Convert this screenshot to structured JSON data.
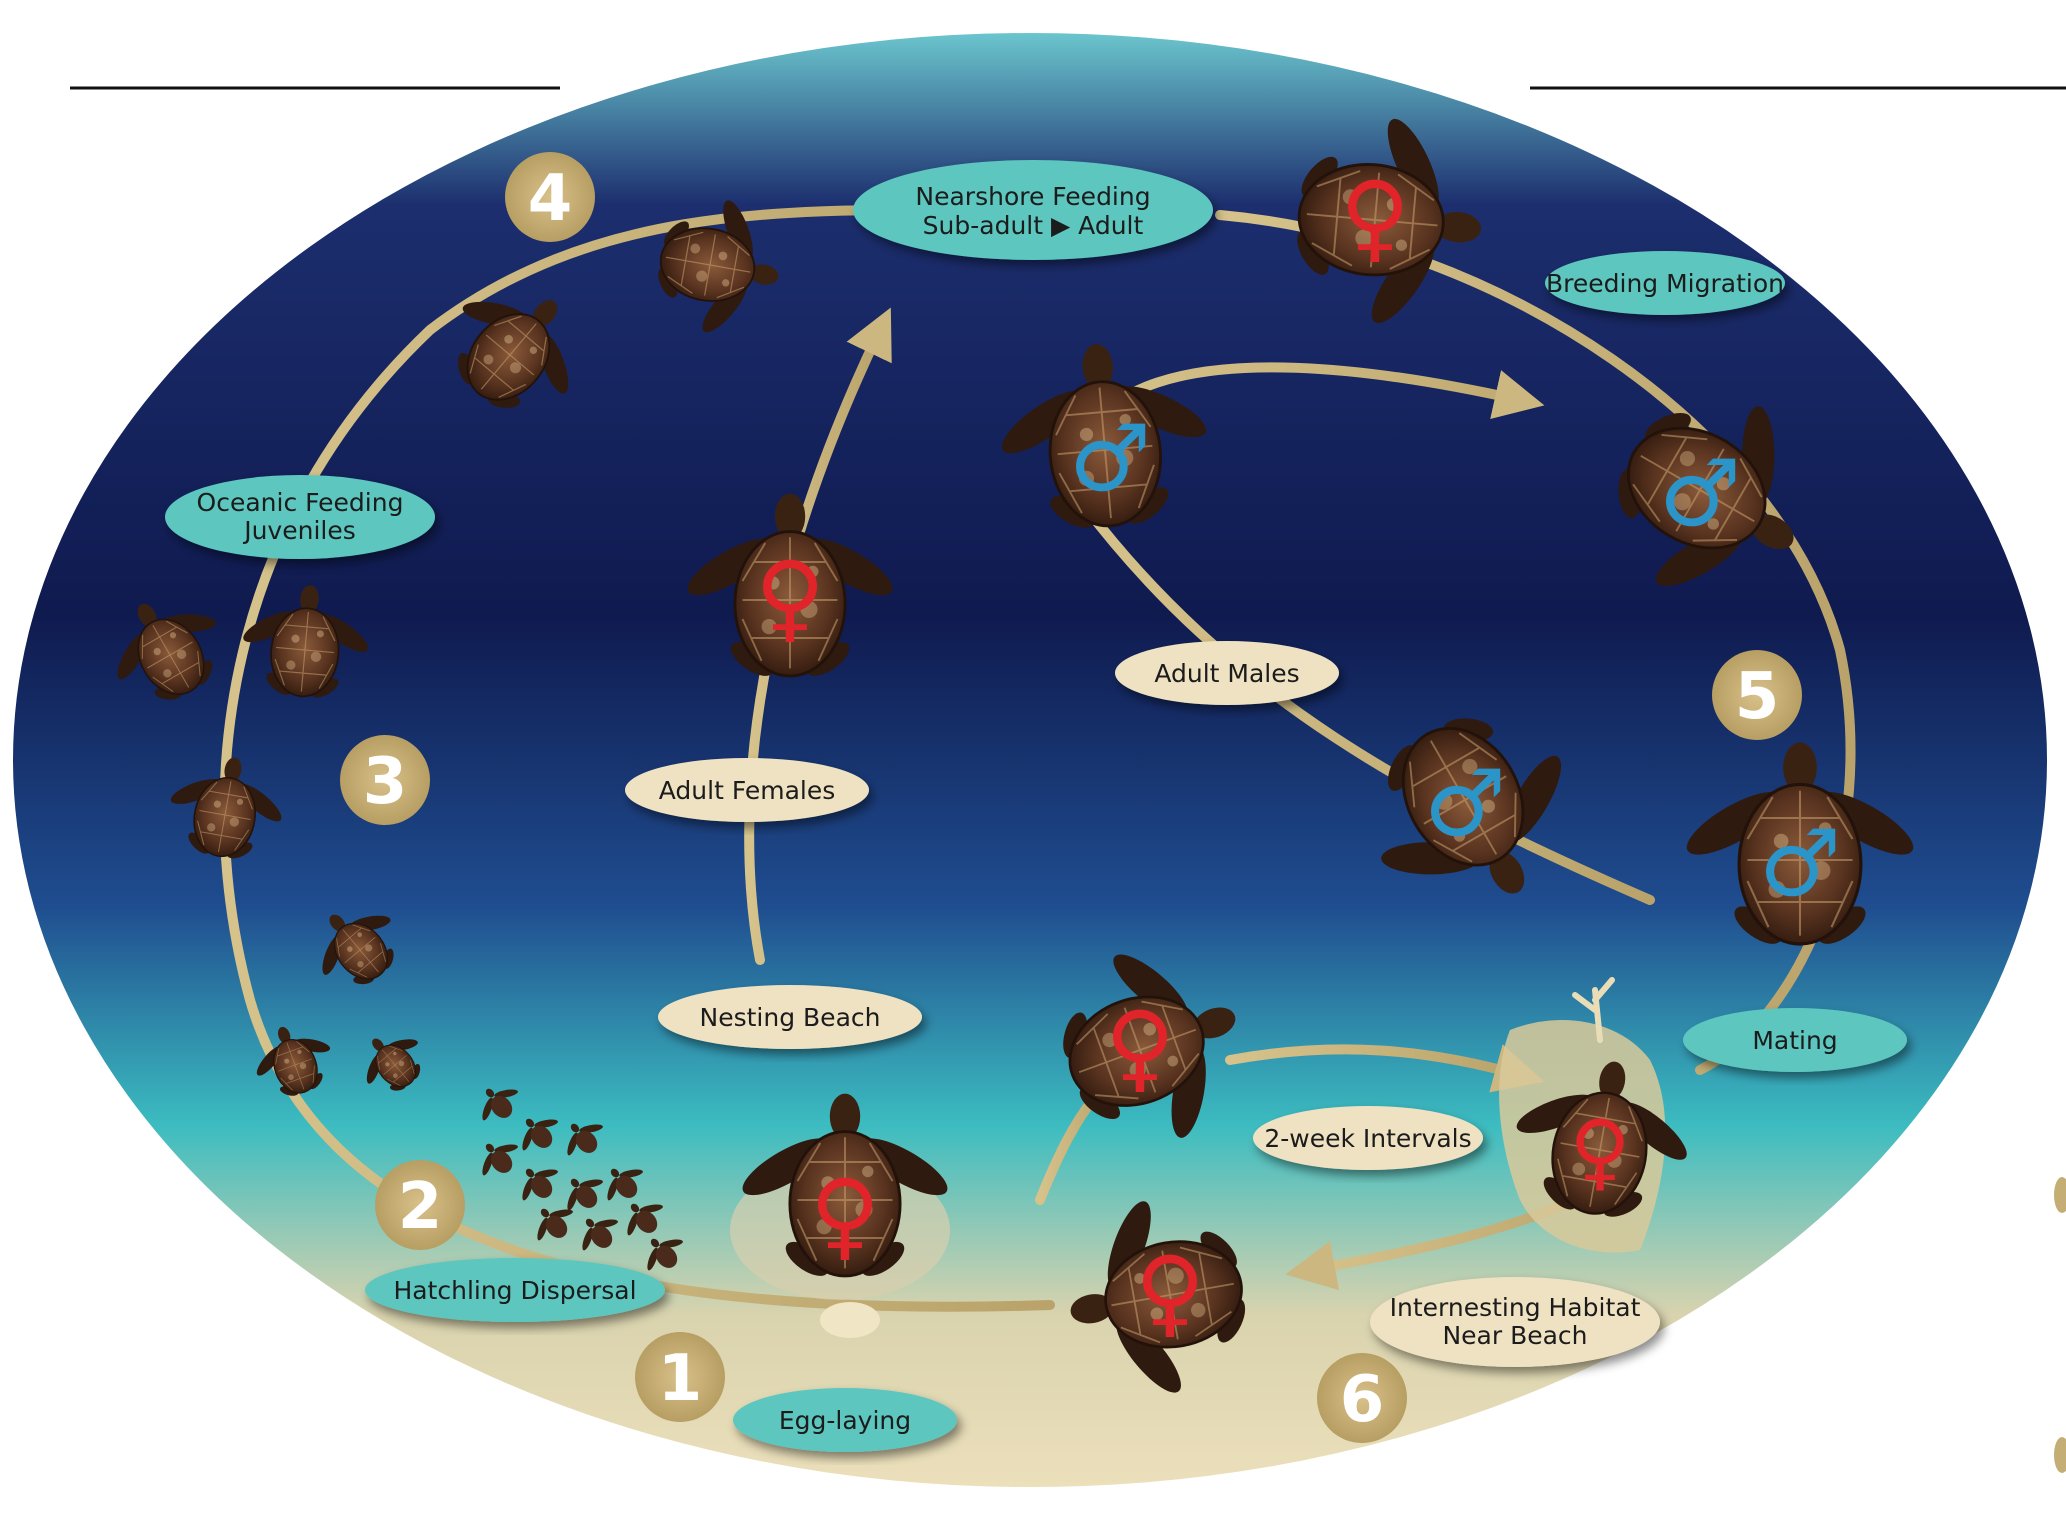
{
  "stages": [
    {
      "number": "1",
      "label": "Egg-laying",
      "tone": "teal"
    },
    {
      "number": "2",
      "label": "Hatchling Dispersal",
      "tone": "teal"
    },
    {
      "number": "3",
      "label_lines": [
        "Oceanic Feeding",
        "Juveniles"
      ],
      "tone": "teal"
    },
    {
      "number": "4",
      "label_lines": [
        "Nearshore Feeding",
        "Sub-adult ▶ Adult"
      ],
      "tone": "teal"
    },
    {
      "number": "5",
      "label": "Mating",
      "tone": "teal"
    },
    {
      "number": "6",
      "label_lines": [
        "Internesting Habitat",
        "Near Beach"
      ],
      "tone": "beige"
    }
  ],
  "other_labels": {
    "breeding_migration": "Breeding Migration",
    "adult_males": "Adult Males",
    "adult_females": "Adult Females",
    "nesting_beach": "Nesting Beach",
    "two_week_intervals": "2-week Intervals"
  },
  "symbols": {
    "female": "♀",
    "male": "♂"
  },
  "colors": {
    "ocean_deep": "#0f1a4f",
    "ocean_mid": "#1d3a86",
    "shallow_teal": "#3cbcc0",
    "sand": "#e6d7b0",
    "path_gold": "#cbb77f",
    "teal_label": "#5cc6bf",
    "beige_label": "#efe2c2",
    "number_badge": "#c5ae76",
    "female_red": "#e0242a",
    "male_blue": "#2b94c9",
    "turtle_shell": "#4a2a1a",
    "turtle_flipper": "#2f1a10"
  }
}
